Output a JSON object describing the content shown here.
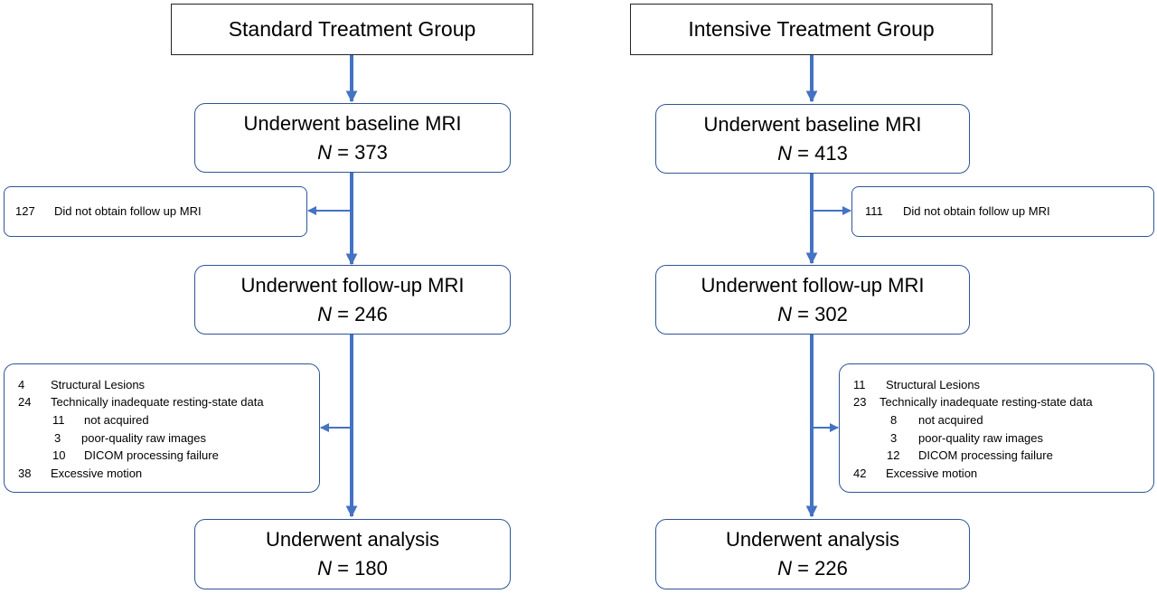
{
  "colors": {
    "arrow": "#4472c4",
    "box_border": "#2f5597",
    "header_border": "#222222"
  },
  "n_symbol": "N",
  "eq": "=",
  "standard": {
    "title": "Standard Treatment Group",
    "baseline": {
      "label": "Underwent baseline MRI",
      "n": "373"
    },
    "excluded1": {
      "count": "127",
      "label": "Did not obtain follow up MRI"
    },
    "followup": {
      "label": "Underwent follow-up MRI",
      "n": "246"
    },
    "excluded2": [
      {
        "count": "4",
        "label": "Structural Lesions"
      },
      {
        "count": "24",
        "label": "Technically inadequate resting-state data"
      },
      {
        "count": "11",
        "label": "not acquired"
      },
      {
        "count": "3",
        "label": "poor-quality raw images"
      },
      {
        "count": "10",
        "label": "DICOM processing failure"
      },
      {
        "count": "38",
        "label": "Excessive motion"
      }
    ],
    "analysis": {
      "label": "Underwent analysis",
      "n": "180"
    }
  },
  "intensive": {
    "title": "Intensive Treatment Group",
    "baseline": {
      "label": "Underwent baseline MRI",
      "n": "413"
    },
    "excluded1": {
      "count": "111",
      "label": "Did not obtain follow up MRI"
    },
    "followup": {
      "label": "Underwent follow-up MRI",
      "n": "302"
    },
    "excluded2": [
      {
        "count": "11",
        "label": "Structural Lesions"
      },
      {
        "count": "23",
        "label": "Technically inadequate resting-state data"
      },
      {
        "count": "8",
        "label": "not acquired"
      },
      {
        "count": "3",
        "label": "poor-quality raw images"
      },
      {
        "count": "12",
        "label": "DICOM processing failure"
      },
      {
        "count": "42",
        "label": "Excessive motion"
      }
    ],
    "analysis": {
      "label": "Underwent analysis",
      "n": "226"
    }
  }
}
